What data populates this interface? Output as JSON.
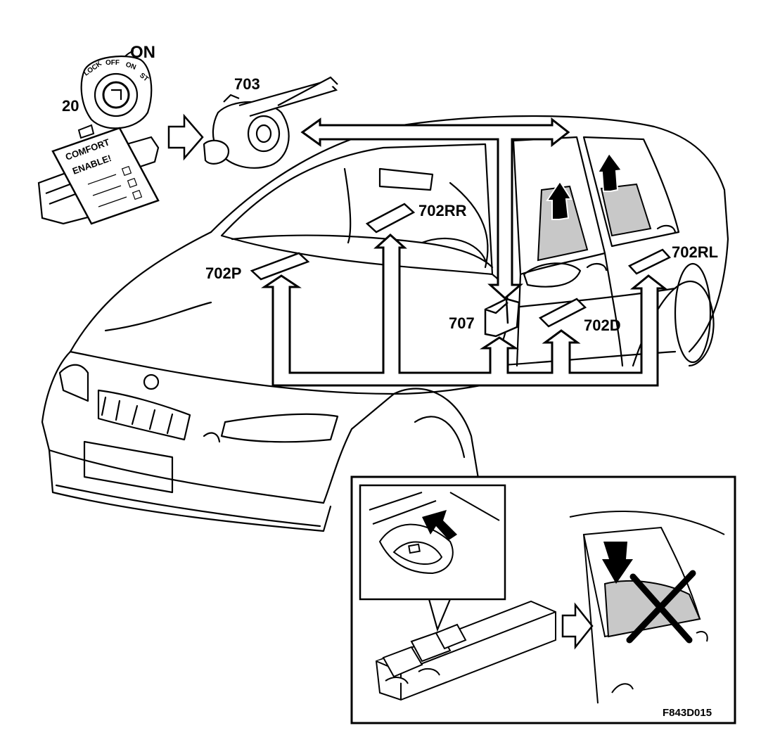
{
  "ignition_switch": {
    "label": "20",
    "on_label": "ON",
    "positions": [
      "LOCK",
      "OFF",
      "ON",
      "ST"
    ]
  },
  "card": {
    "line1": "COMFORT",
    "line2": "ENABLE!"
  },
  "components": {
    "steering_module": "703",
    "passenger_switch": "702P",
    "rear_right_switch": "702RR",
    "rear_left_switch": "702RL",
    "driver_switch": "702D",
    "control_module": "707"
  },
  "figure_code": "F843D015",
  "colors": {
    "line": "#000000",
    "glass_fill": "#c8c8c8",
    "background": "#ffffff"
  }
}
